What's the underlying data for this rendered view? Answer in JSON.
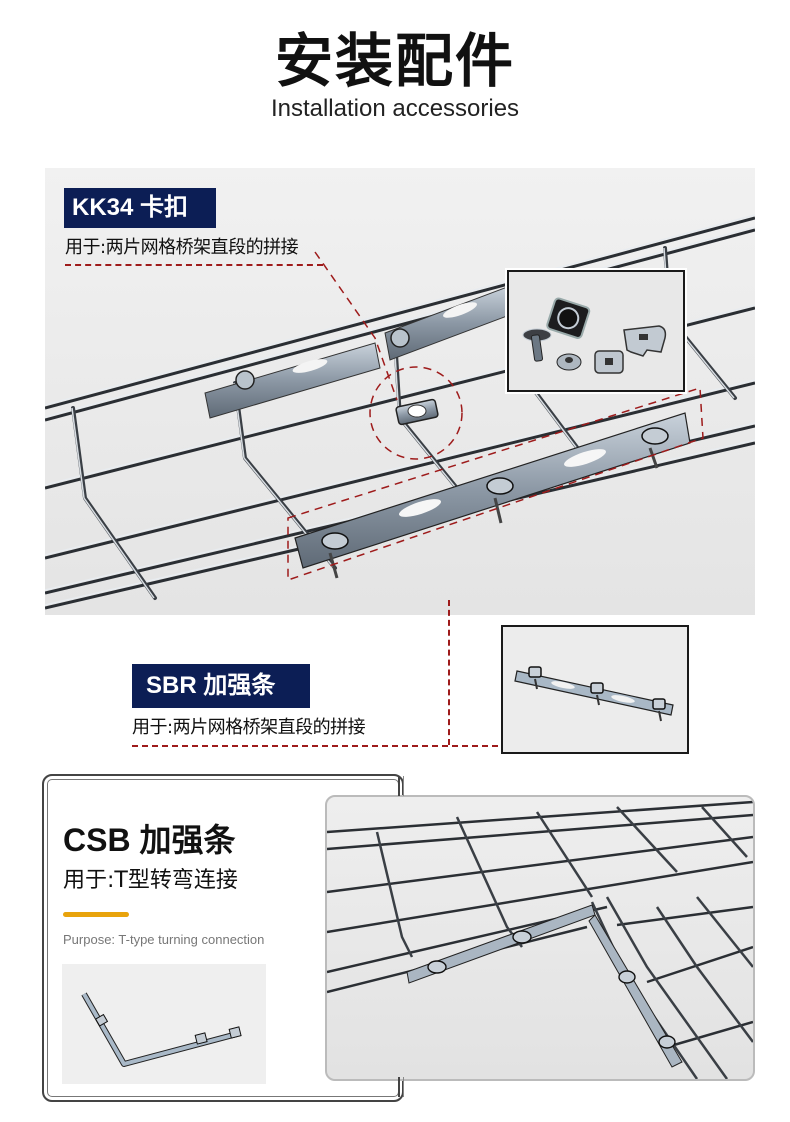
{
  "header": {
    "title_cn": "安装配件",
    "title_en": "Installation accessories"
  },
  "sections": [
    {
      "id": "kk34",
      "label": "KK34 卡扣",
      "description": "用于:两片网格桥架直段的拼接",
      "inset_image": "kk34-clip-parts (bolt, nut, square clip, washer plates)"
    },
    {
      "id": "sbr",
      "label": "SBR 加强条",
      "description": "用于:两片网格桥架直段的拼接",
      "inset_image": "sbr-reinforcement-bar"
    },
    {
      "id": "csb",
      "label": "CSB 加强条",
      "description": "用于:T型转弯连接",
      "purpose_en": "Purpose: T-type turning connection",
      "product_image": "csb-angled-reinforcement-bar",
      "scene_image": "t-type-turning-connection-tray"
    }
  ],
  "colors": {
    "label_bg": "#0c1e55",
    "label_text": "#ffffff",
    "leader_dash": "#9e1b1b",
    "accent_bar": "#e8a30c",
    "purpose_text": "#777777"
  }
}
